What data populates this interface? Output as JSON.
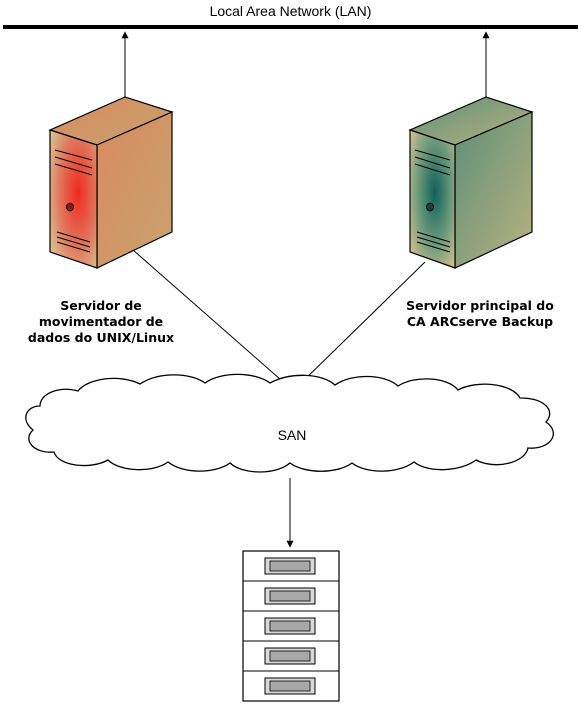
{
  "lan": {
    "title": "Local Area Network (LAN)"
  },
  "servers": {
    "left": {
      "label_lines": [
        "Servidor de",
        "movimentador de",
        "dados do UNIX/Linux"
      ],
      "accent": "#e8322a"
    },
    "right": {
      "label_lines": [
        "Servidor principal do",
        "CA ARCserve Backup"
      ],
      "accent": "#1f6f6a"
    }
  },
  "san": {
    "label": "SAN"
  },
  "storage": {
    "slot_count": 5
  },
  "colors": {
    "line": "#000000",
    "cloud_fill": "#ffffff",
    "storage_frame": "#d9d9d9",
    "storage_slot": "#a8a8a8"
  }
}
